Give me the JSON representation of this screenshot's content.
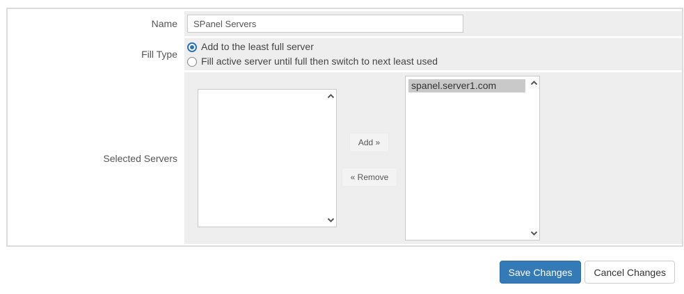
{
  "colors": {
    "row_background": "#eeeeee",
    "panel_border": "#dcdcdc",
    "accent_blue": "#337ab7",
    "radio_selected_blue": "#2a72b5",
    "list_item_highlight": "#c9c9c9"
  },
  "form": {
    "name_field": {
      "label": "Name",
      "value": "SPanel Servers"
    },
    "fill_type": {
      "label": "Fill Type",
      "options": [
        {
          "label": "Add to the least full server",
          "selected": true
        },
        {
          "label": "Fill active server until full then switch to next least used",
          "selected": false
        }
      ]
    },
    "selected_servers": {
      "label": "Selected Servers",
      "available_items": [],
      "add_button": "Add »",
      "remove_button": "« Remove",
      "chosen_items": [
        {
          "label": "spanel.server1.com",
          "highlighted": true
        }
      ]
    }
  },
  "actions": {
    "save": "Save Changes",
    "cancel": "Cancel Changes"
  }
}
